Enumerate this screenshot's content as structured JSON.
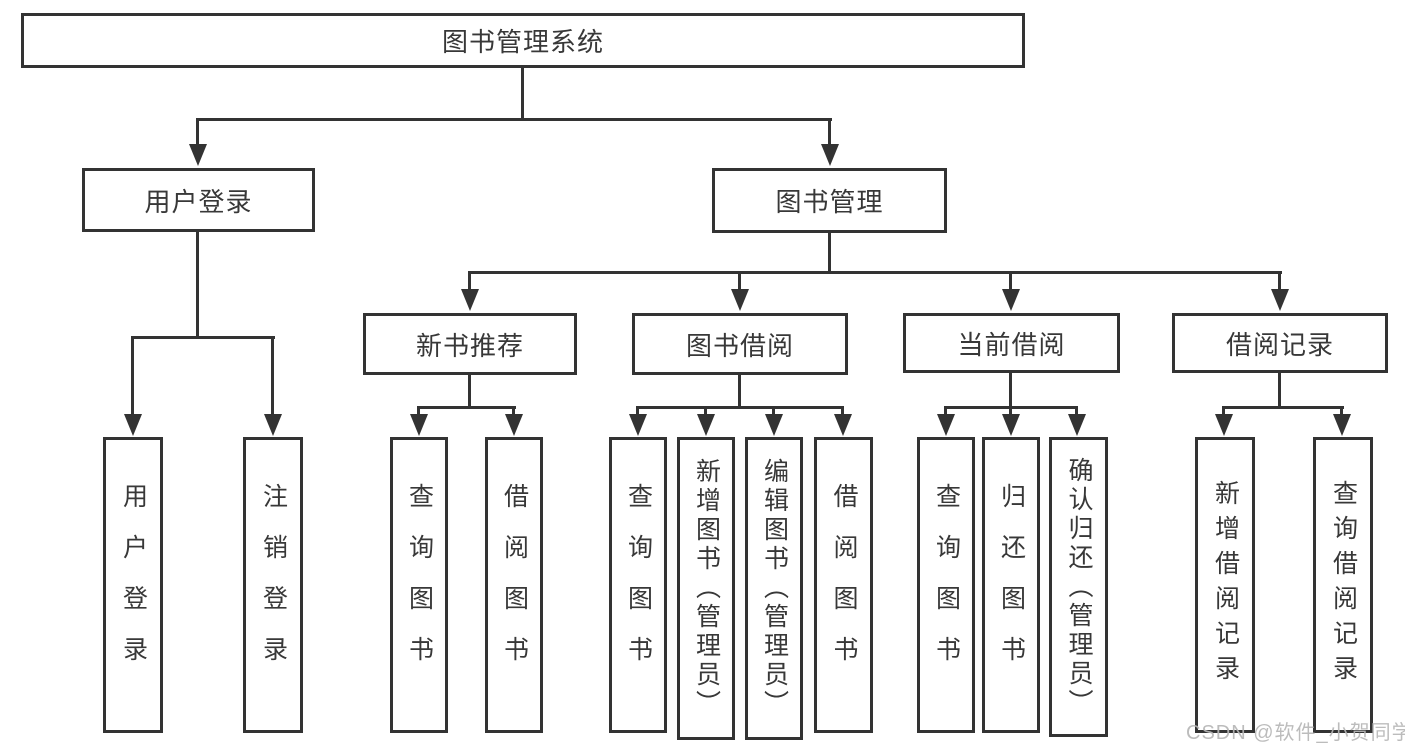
{
  "colors": {
    "line": "#333333",
    "text": "#383838",
    "watermark": "#b7b7b7",
    "background": "#ffffff"
  },
  "nodes": {
    "root": {
      "label": "图书管理系统"
    },
    "userLogin": {
      "label": "用户登录"
    },
    "bookMgmt": {
      "label": "图书管理"
    },
    "newBookRec": {
      "label": "新书推荐"
    },
    "bookBorrow": {
      "label": "图书借阅"
    },
    "currentBorrow": {
      "label": "当前借阅"
    },
    "borrowRecords": {
      "label": "借阅记录"
    },
    "leafUserLogin": {
      "label": "用户登录"
    },
    "leafLogout": {
      "label": "注销登录"
    },
    "leafQueryBooks1": {
      "label": "查询图书"
    },
    "leafBorrowBooks1": {
      "label": "借阅图书"
    },
    "leafQueryBooks2": {
      "label": "查询图书"
    },
    "leafAddBooks": {
      "label": "新增图书（管理员）"
    },
    "leafEditBooks": {
      "label": "编辑图书（管理员）"
    },
    "leafBorrowBooks2": {
      "label": "借阅图书"
    },
    "leafQueryBooks3": {
      "label": "查询图书"
    },
    "leafReturnBooks": {
      "label": "归还图书"
    },
    "leafConfirmReturn": {
      "label": "确认归还（管理员）"
    },
    "leafAddBorrowRecord": {
      "label": "新增借阅记录"
    },
    "leafQueryBorrowRecord": {
      "label": "查询借阅记录"
    }
  },
  "watermark": "CSDN @软件_小贺同学"
}
